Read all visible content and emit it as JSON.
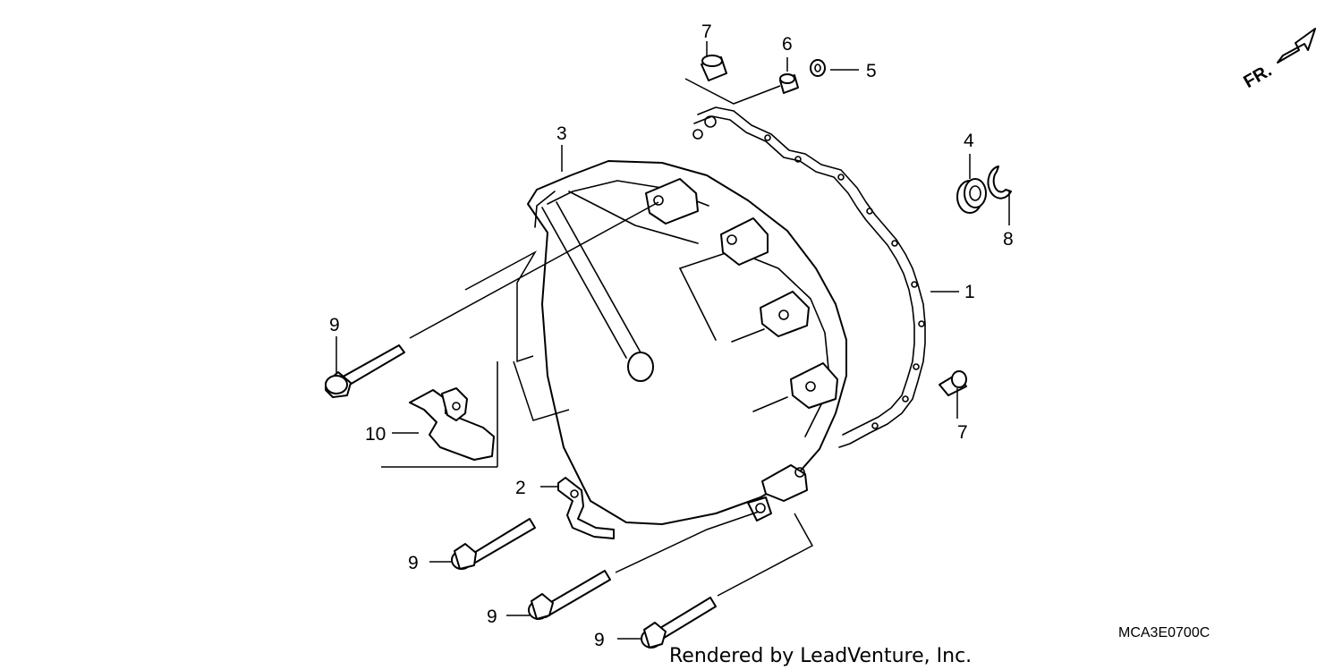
{
  "diagram": {
    "direction_label": "FR.",
    "diagram_code": "MCA3E0700C",
    "credit": "Rendered by LeadVenture, Inc."
  },
  "callouts": {
    "part_1": "1",
    "part_2": "2",
    "part_3": "3",
    "part_4": "4",
    "part_5": "5",
    "part_6": "6",
    "part_7_top": "7",
    "part_7_right": "7",
    "part_8": "8",
    "part_9_left": "9",
    "part_9_bottom_a": "9",
    "part_9_bottom_b": "9",
    "part_9_bottom_c": "9",
    "part_10": "10"
  }
}
